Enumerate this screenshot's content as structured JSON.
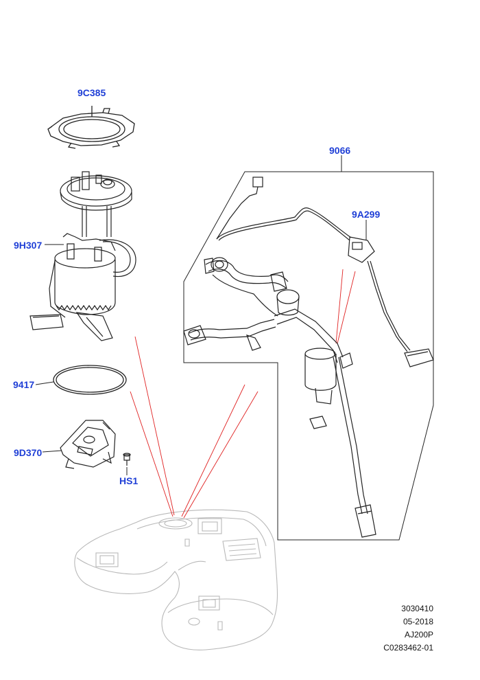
{
  "colors": {
    "callout": "#1f3fd6",
    "line": "#222222",
    "guide": "#e02020",
    "ghost": "#b8b8b8"
  },
  "callouts": {
    "retaining_ring": "9C385",
    "fuel_pump_module": "9H307",
    "seal": "9417",
    "bracket": "9D370",
    "bolt": "HS1",
    "sender_assembly": "9066",
    "level_sensor": "9A299"
  },
  "footer": {
    "code": "3030410",
    "date": "05-2018",
    "model": "AJ200P",
    "reference": "C0283462-01"
  }
}
